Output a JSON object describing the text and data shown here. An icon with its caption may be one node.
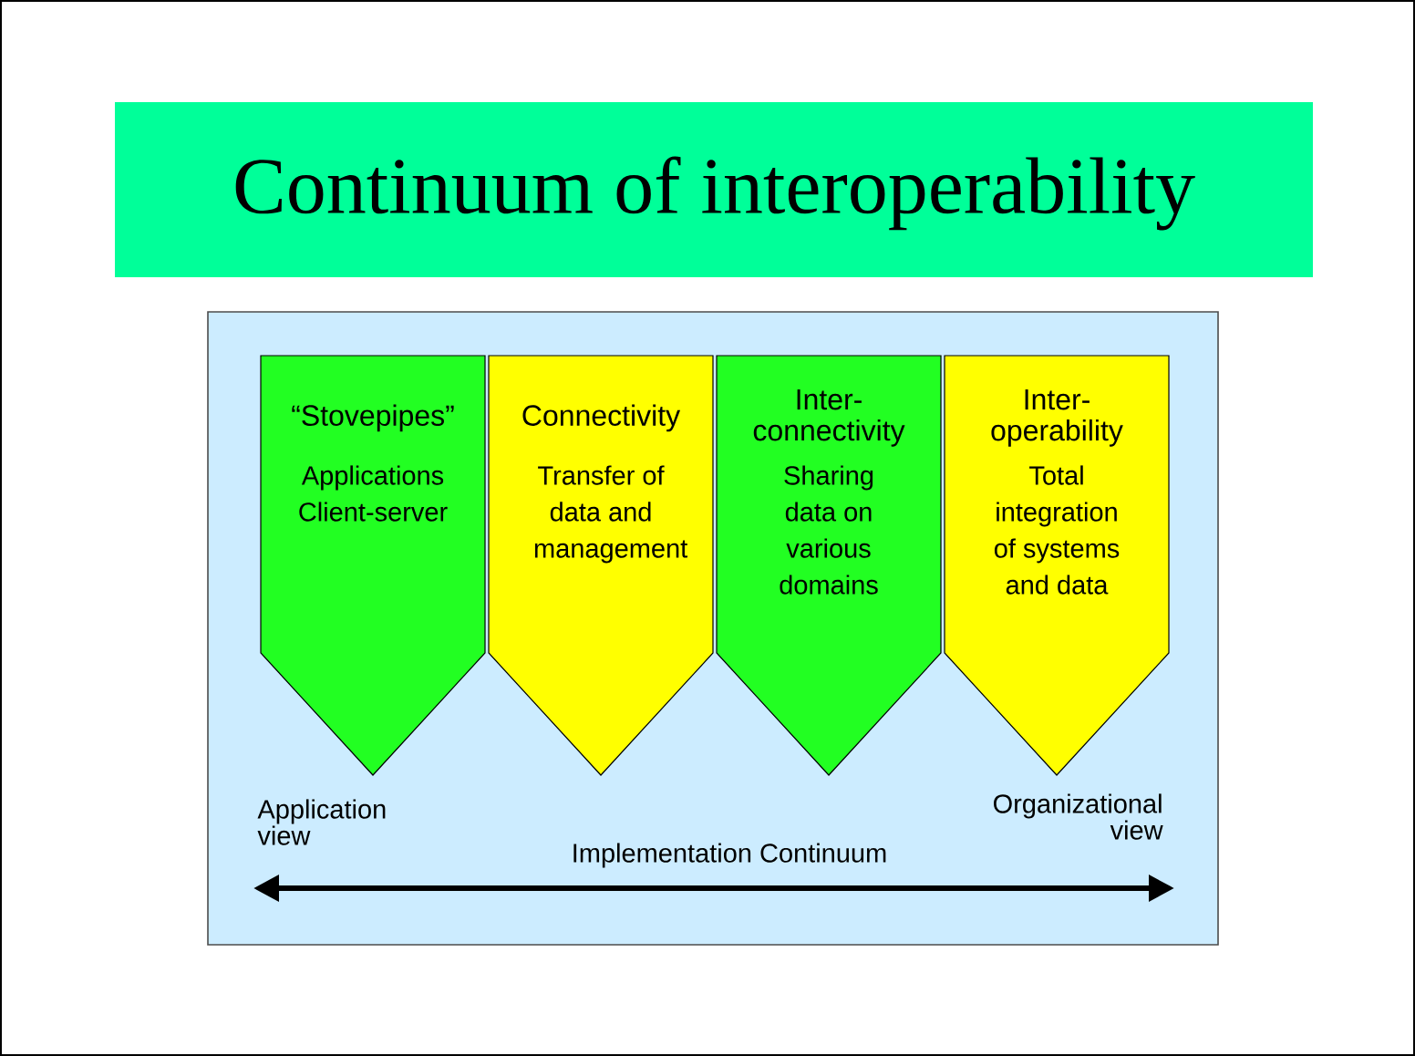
{
  "diagram": {
    "title": "Continuum of interoperability",
    "nodes": [
      {
        "text": [],
        "shape": "box"
      },
      {
        "text": [
          "“Stovepipes”",
          "Applications Client-server"
        ],
        "in": 0
      },
      {
        "text": [
          "Connectivity",
          "Transfer of data and management"
        ],
        "in": 0
      },
      {
        "text": [
          "Inter- connectivity",
          "Sharing data on various domains"
        ],
        "in": 0
      },
      {
        "text": [
          "Inter- operability",
          "Total integration of systems and data"
        ],
        "in": 0
      }
    ],
    "edges": [],
    "labels": [
      "Application view",
      "Organizational view",
      "Implementation Continuum"
    ]
  }
}
